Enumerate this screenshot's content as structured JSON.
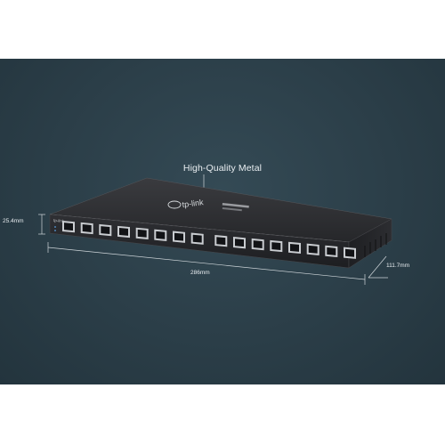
{
  "headline": "High-Quality Metal",
  "dimensions": {
    "height": "25.4mm",
    "length": "286mm",
    "depth": "111.7mm"
  },
  "device": {
    "brand": "tp-link",
    "port_count": 16
  },
  "colors": {
    "background": "#2b3e48",
    "chassis": "#2c2d30",
    "text": "#e9eef1"
  }
}
